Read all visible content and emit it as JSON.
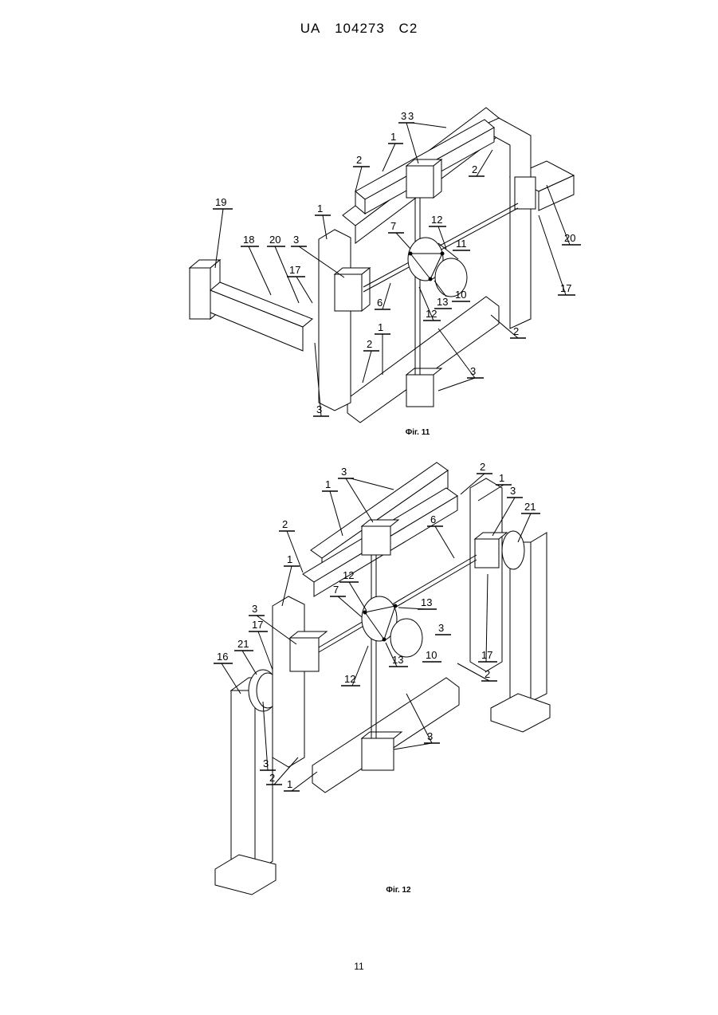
{
  "header": {
    "country": "UA",
    "number": "104273",
    "kind": "C2"
  },
  "figures": [
    {
      "caption": "Фіг. 11",
      "labels": [
        "19",
        "18",
        "20",
        "3",
        "1",
        "17",
        "2",
        "1",
        "3",
        "12",
        "7",
        "11",
        "6",
        "13",
        "10",
        "12",
        "1",
        "2",
        "3",
        "3",
        "20",
        "17",
        "2",
        "2",
        "3"
      ]
    },
    {
      "caption": "Фіг. 12",
      "labels": [
        "3",
        "2",
        "1",
        "1",
        "3",
        "21",
        "2",
        "6",
        "1",
        "12",
        "7",
        "13",
        "3",
        "3",
        "17",
        "17",
        "21",
        "16",
        "13",
        "10",
        "12",
        "2",
        "3",
        "3",
        "2",
        "1"
      ]
    }
  ],
  "page_number": "11"
}
